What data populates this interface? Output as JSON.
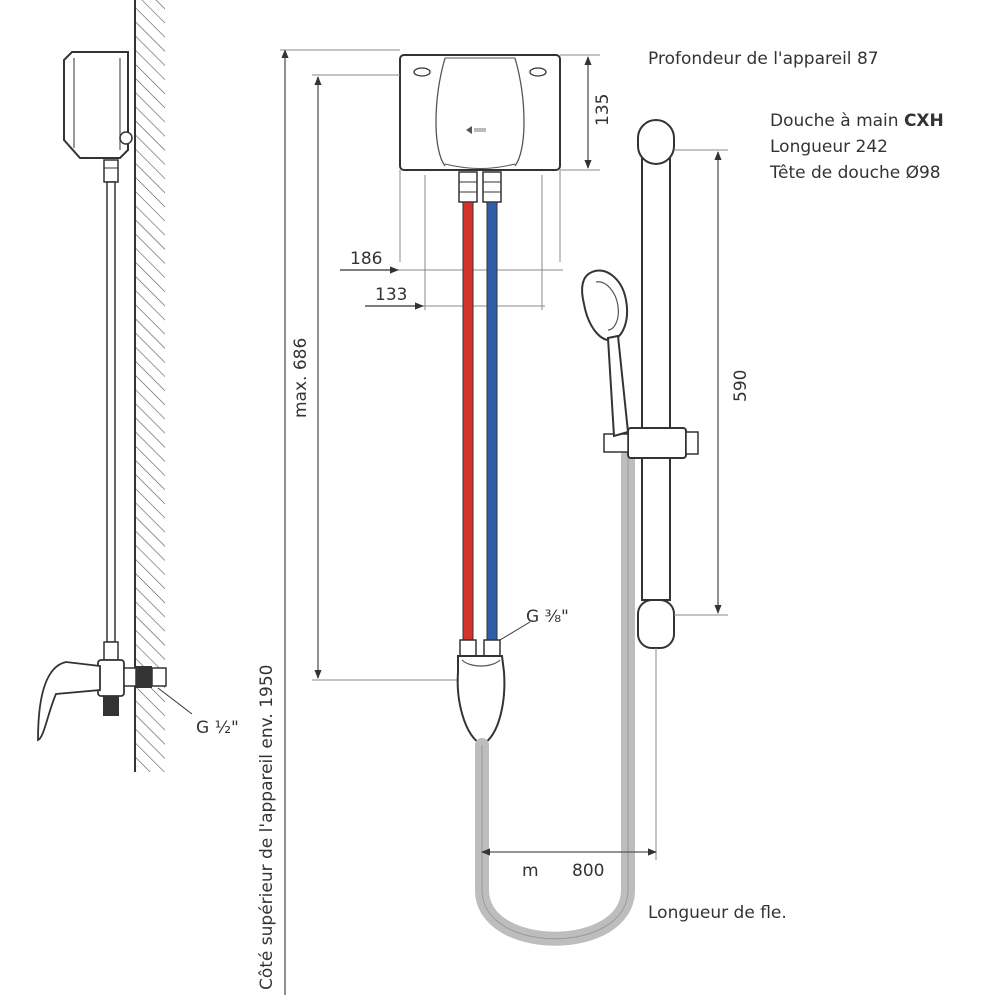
{
  "colors": {
    "line": "#333333",
    "guide": "#888888",
    "hot_pipe": "#d6322c",
    "cold_pipe": "#2e5fa6",
    "hose": "#bdbdbd",
    "wall_hatch": "#555555",
    "background": "#ffffff"
  },
  "labels": {
    "depth": "Profondeur de l'appareil 87",
    "shower_prefix": "Douche à main ",
    "shower_model": "CXH",
    "length": "Longueur 242",
    "head": "Tête de douche Ø98",
    "hose_length": "Longueur de fle.",
    "top_side": "Côté supérieur de l'appareil env. 1950",
    "thread_half": "G ½\"",
    "thread_three_eighths": "G ⅜\""
  },
  "dimensions": {
    "height_135": "135",
    "width_186": "186",
    "width_133": "133",
    "max_686": "max. 686",
    "bar_590": "590",
    "unit_m": "m",
    "hose_800": "800"
  },
  "icons": {
    "heater_logo": "brand-logo-icon"
  }
}
